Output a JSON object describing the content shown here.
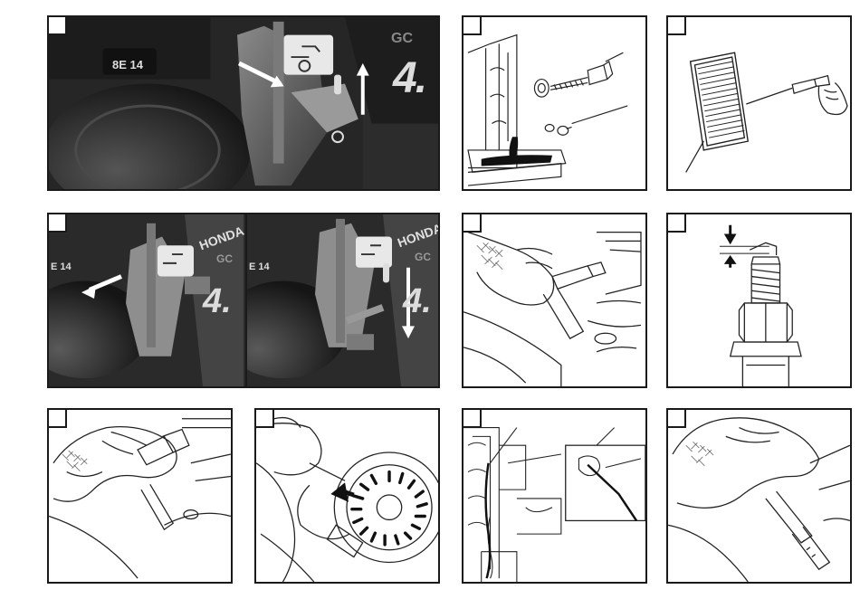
{
  "panels": {
    "p1": {
      "engine_code": "8E 14",
      "model_text": "4.",
      "series_text": "GC"
    },
    "p5": {
      "left": {
        "brand": "HONDA",
        "series_text": "GC",
        "model_text": "4.",
        "engine_code": "E 14"
      },
      "right": {
        "brand": "HONDA",
        "series_text": "GC",
        "model_text": "4.",
        "engine_code": "E 14"
      }
    }
  },
  "colors": {
    "frame": "#1a1a1a",
    "photo_dark": "#2a2a2a",
    "photo_mid": "#6e6e6e",
    "line": "#222222"
  }
}
